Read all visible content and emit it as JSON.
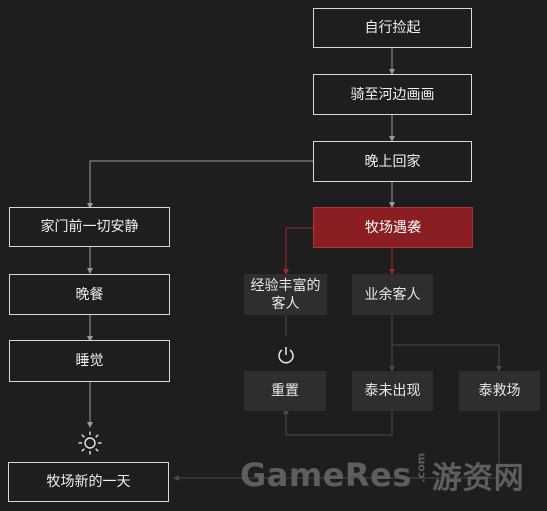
{
  "nodes": {
    "pickup": "自行捡起",
    "ride": "骑至河边画画",
    "home_evening": "晚上回家",
    "ranch_attack": "牧场遇袭",
    "quiet": "家门前一切安静",
    "dinner": "晚餐",
    "sleep": "睡觉",
    "new_day": "牧场新的一天",
    "experienced_guest": "经验丰富的客人",
    "amateur_guest": "业余客人",
    "reset": "重置",
    "tai_absent": "泰未出现",
    "tai_rescue": "泰救场"
  },
  "icons": {
    "power": "power-icon",
    "sun": "sun-icon"
  },
  "colors": {
    "background": "#1e1e1e",
    "highlight": "#8b1e22",
    "filled_node": "#2e2e2e",
    "edge": "#9a9a9a",
    "edge_dark": "#4a4a4a",
    "edge_red": "#9c2a2e"
  },
  "watermark": {
    "text_en": "GameRes",
    "text_com": ".com",
    "text_cn": "游资网"
  }
}
